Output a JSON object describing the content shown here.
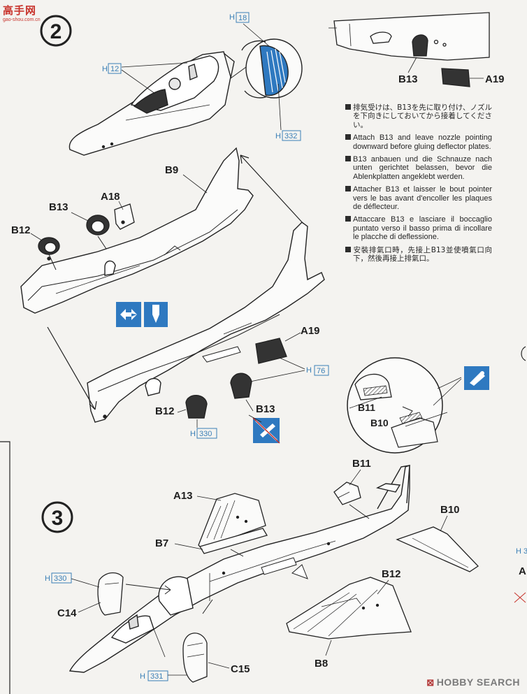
{
  "watermark": {
    "title": "高手网",
    "url": "gao-shou.com.cn"
  },
  "steps": {
    "step2": "2",
    "step3": "3"
  },
  "part_labels": {
    "H18": "H",
    "H18_num": "18",
    "H12": "H",
    "H12_num": "12",
    "H332": "H",
    "H332_num": "332",
    "B13_top": "B13",
    "A19_top": "A19",
    "B9": "B9",
    "A18": "A18",
    "B13_a": "B13",
    "B12_a": "B12",
    "A19_mid": "A19",
    "H76": "H",
    "H76_num": "76",
    "B12_b": "B12",
    "B13_b": "B13",
    "H330_a": "H",
    "H330_a_num": "330",
    "B11_detail": "B11",
    "B10_detail": "B10",
    "B11": "B11",
    "A13": "A13",
    "B10": "B10",
    "B7": "B7",
    "H330_b": "H",
    "H330_b_num": "330",
    "C14": "C14",
    "B12_c": "B12",
    "B8": "B8",
    "H331": "H",
    "H331_num": "331",
    "C15": "C15",
    "edge_H3": "H 3",
    "edge_A": "A"
  },
  "instructions": {
    "jp": "排気受けは、B13を先に取り付け、ノズルを下向きにしておいてから接着してください。",
    "en": "Attach B13 and leave nozzle pointing downward before gluing deflector plates.",
    "de": "B13 anbauen und die Schnauze nach unten gerichtet belassen, bevor die Ablenkplatten angeklebt werden.",
    "fr": "Attacher B13 et laisser le bout pointer vers le bas avant d'encoller les plaques de déflecteur.",
    "it": "Attaccare B13 e lasciare il boccaglio puntato verso il basso prima di incollare le placche di deflessione.",
    "zh": "安裝排氣口時，先接上B13並使噴氣口向下，然後再接上排氣口。"
  },
  "brand": {
    "mark": "⊠",
    "name": "HOBBY SEARCH"
  },
  "colors": {
    "ref_blue": "#3a7fb6",
    "icon_blue": "#2f79c0",
    "watermark_red": "#c8332c"
  }
}
